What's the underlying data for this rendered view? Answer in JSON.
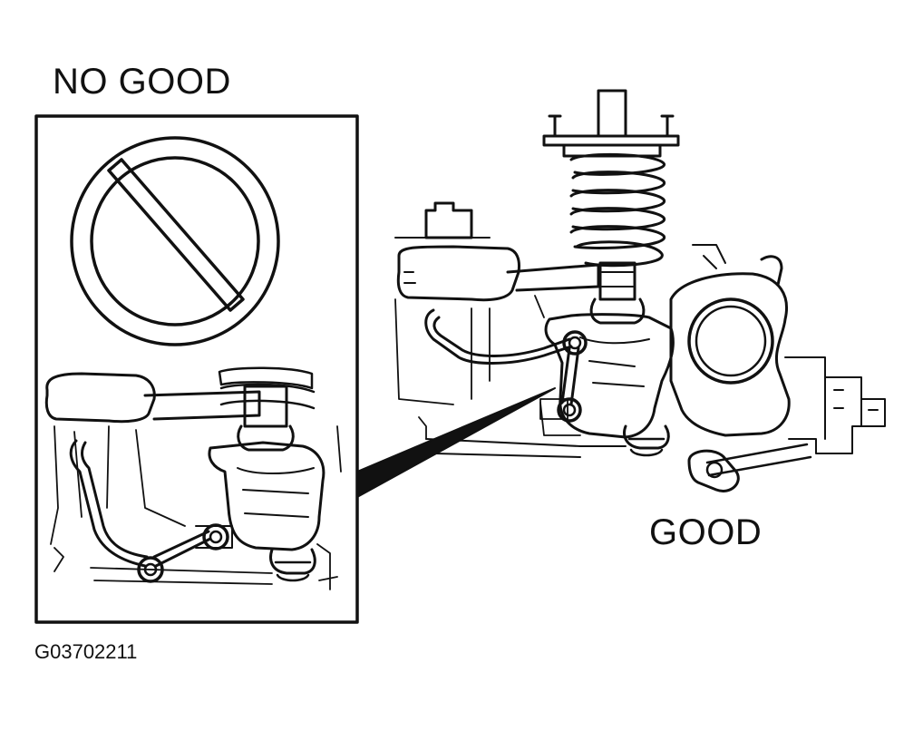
{
  "labels": {
    "no_good": "NO GOOD",
    "good": "GOOD",
    "figure_code": "G03702211"
  },
  "icons": {
    "prohibited": "prohibited-sign-icon"
  },
  "colors": {
    "line": "#111111",
    "background": "#ffffff"
  }
}
